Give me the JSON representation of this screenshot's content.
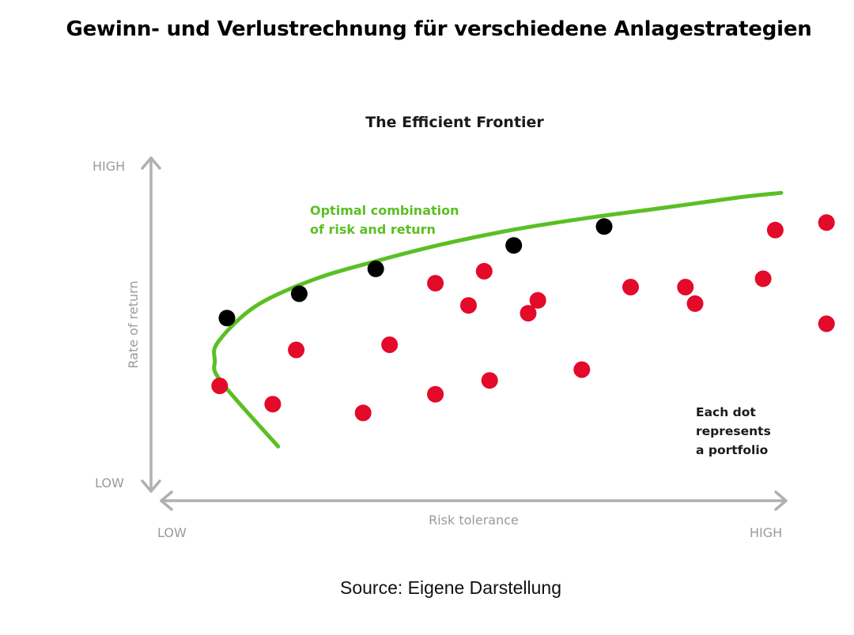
{
  "page": {
    "title": "Gewinn- und Verlustrechnung für verschiedene Anlagestrategien",
    "source": "Source: Eigene Darstellung"
  },
  "chart_data": {
    "type": "scatter",
    "title": "The Efficient Frontier",
    "xlabel": "Risk tolerance",
    "ylabel": "Rate of return",
    "x_axis": {
      "low_label": "LOW",
      "high_label": "HIGH"
    },
    "y_axis": {
      "low_label": "LOW",
      "high_label": "HIGH"
    },
    "xlim": [
      0,
      100
    ],
    "ylim": [
      0,
      100
    ],
    "grid": false,
    "annotations": {
      "frontier": [
        "Optimal combination",
        "of risk and return"
      ],
      "dots": [
        "Each dot",
        "represents",
        "a portfolio"
      ]
    },
    "colors": {
      "frontier": "#5bbf24",
      "portfolio": "#e30a2a",
      "optimal": "#000000",
      "axis": "#b0b0b0"
    },
    "frontier_curve": {
      "x": [
        16.5,
        7.0,
        6.0,
        6.6,
        12.8,
        22.5,
        33.0,
        44.0,
        56.0,
        68.0,
        80.0,
        93.0,
        100.0
      ],
      "y": [
        8.6,
        30.3,
        37.2,
        43.6,
        55.4,
        64.3,
        70.5,
        76.1,
        81.0,
        84.8,
        88.0,
        91.6,
        93.1
      ]
    },
    "series": [
      {
        "name": "portfolio",
        "x": [
          6.8,
          15.6,
          19.5,
          30.6,
          35.0,
          42.6,
          42.6,
          48.1,
          50.7,
          51.6,
          58.0,
          59.6,
          66.9,
          75.0,
          84.1,
          85.7,
          97.0,
          99.0,
          107.5,
          107.5
        ],
        "y": [
          28.8,
          22.7,
          40.8,
          19.8,
          42.5,
          63.0,
          26.0,
          55.6,
          67.0,
          30.6,
          53.0,
          57.3,
          34.2,
          61.7,
          61.7,
          56.2,
          64.5,
          80.7,
          83.2,
          49.5
        ]
      },
      {
        "name": "optimal",
        "x": [
          8.0,
          20.0,
          32.7,
          55.6,
          70.6
        ],
        "y": [
          51.4,
          59.5,
          67.8,
          75.6,
          81.9
        ]
      }
    ]
  }
}
